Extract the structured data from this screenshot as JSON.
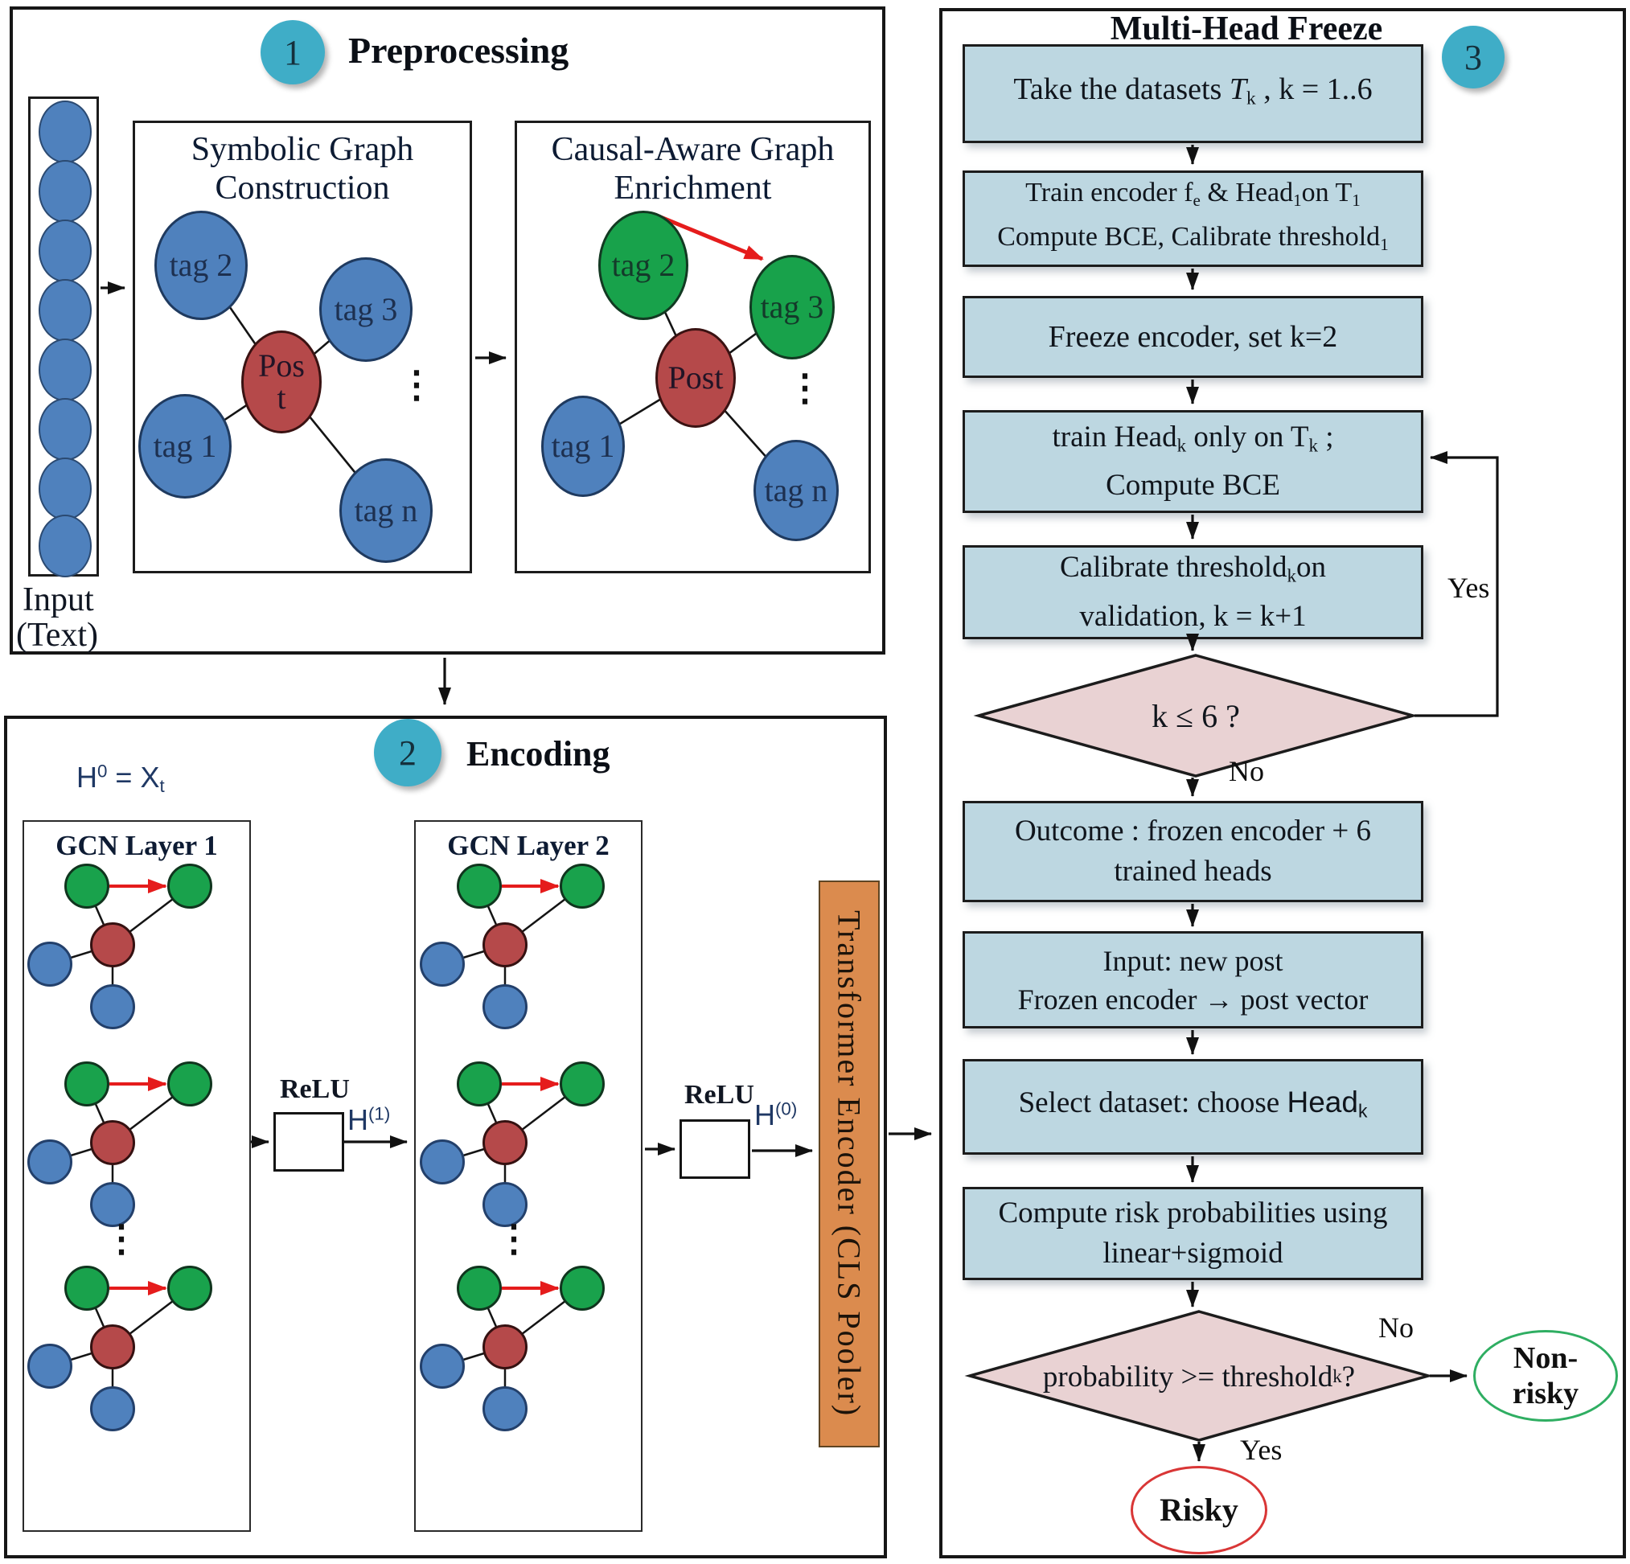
{
  "colors": {
    "badge_teal": "#3fadc7",
    "flow_box_blue": "#bdd7e1",
    "diamond_pink": "#e9d2d3",
    "node_blue": "#4f81bd",
    "node_green": "#18a24b",
    "node_red": "#b5494a",
    "transformer_orange": "#db8b4e",
    "red_arrow": "#e51c1c",
    "risky_border": "#d93636",
    "nonrisky_border": "#2fae62"
  },
  "pre": {
    "step": "1",
    "title": "Preprocessing",
    "input_line1": "Input",
    "input_line2": "(Text)",
    "sym_title1": "Symbolic Graph",
    "sym_title2": "Construction",
    "cau_title1": "Causal-Aware Graph",
    "cau_title2": "Enrichment",
    "tag1": "tag 1",
    "tag2": "tag 2",
    "tag3": "tag 3",
    "tagn": "tag n",
    "post1": "Pos",
    "post2": "t",
    "post": "Post",
    "dots": "⋮"
  },
  "enc": {
    "step": "2",
    "title": "Encoding",
    "h0": {
      "h": "H",
      "sup": "0",
      "eq": " = X",
      "sub": "t"
    },
    "gcn1": "GCN Layer 1",
    "gcn2": "GCN Layer 2",
    "relu": "ReLU",
    "h1": {
      "h": "H",
      "sup": "(1)"
    },
    "hout": {
      "h": "H",
      "sup": "(0)"
    },
    "transformer": "Transformer Encoder (CLS Pooler)",
    "dots": "⋮"
  },
  "mh": {
    "step": "3",
    "title": "Multi-Head Freeze",
    "b1": {
      "t1": "Take the datasets ",
      "T": "T",
      "sub": "k",
      "t2": " , k = 1..6"
    },
    "b2": {
      "l1a": "Train encoder f",
      "l1s1": "e",
      "l1b": " & Head",
      "l1s2": "1",
      "l1c": "on T",
      "l1s3": "1",
      "l2a": "Compute BCE, Calibrate threshold",
      "l2s": "1"
    },
    "b3": {
      "t": "Freeze encoder, set k=2"
    },
    "b4": {
      "l1a": "train Head",
      "l1s1": "k",
      "l1b": " only on T",
      "l1s2": "k",
      "l1c": " ;",
      "l2": "Compute BCE"
    },
    "b5": {
      "l1a": "Calibrate threshold",
      "l1s": "k",
      "l1b": "on",
      "l2": "validation, k = k+1"
    },
    "d1": {
      "t": "k ≤ 6 ?"
    },
    "b6": {
      "l1": "Outcome : frozen encoder + 6",
      "l2": "trained heads"
    },
    "b7": {
      "l1": "Input: new post",
      "l2a": "Frozen encoder ",
      "arrow": "→",
      "l2b": " post vector"
    },
    "b8": {
      "a": "Select dataset: choose ",
      "head": "Head",
      "sub": "k"
    },
    "b9": {
      "l1": "Compute risk probabilities using",
      "l2": "linear+sigmoid"
    },
    "d2": {
      "a": "probability >= threshold",
      "sub": "k",
      "b": "?"
    },
    "yes_loop": "Yes",
    "no_d1": "No",
    "no_d2": "No",
    "yes_d2": "Yes",
    "risky": "Risky",
    "nonrisky1": "Non-",
    "nonrisky2": "risky"
  }
}
